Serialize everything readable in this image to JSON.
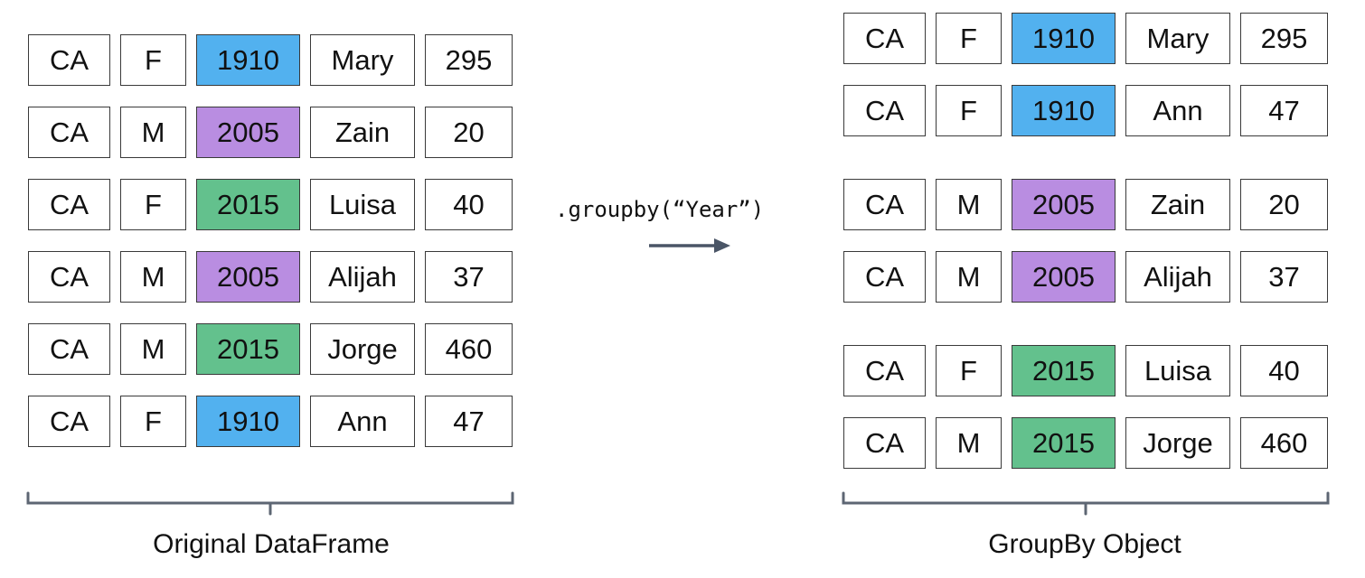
{
  "colors": {
    "year_1910": "#52b1ef",
    "year_2005": "#b98de1",
    "year_2015": "#63c18d",
    "border": "#3a3a3a",
    "arrow": "#4a5566",
    "bracket": "#4a5566"
  },
  "original": {
    "caption": "Original DataFrame",
    "rows": [
      {
        "state": "CA",
        "sex": "F",
        "year": "1910",
        "name": "Mary",
        "count": "295"
      },
      {
        "state": "CA",
        "sex": "M",
        "year": "2005",
        "name": "Zain",
        "count": "20"
      },
      {
        "state": "CA",
        "sex": "F",
        "year": "2015",
        "name": "Luisa",
        "count": "40"
      },
      {
        "state": "CA",
        "sex": "M",
        "year": "2005",
        "name": "Alijah",
        "count": "37"
      },
      {
        "state": "CA",
        "sex": "M",
        "year": "2015",
        "name": "Jorge",
        "count": "460"
      },
      {
        "state": "CA",
        "sex": "F",
        "year": "1910",
        "name": "Ann",
        "count": "47"
      }
    ]
  },
  "operation": {
    "label": ".groupby(“Year”)"
  },
  "grouped": {
    "caption": "GroupBy Object",
    "groups": [
      {
        "year": "1910",
        "rows": [
          {
            "state": "CA",
            "sex": "F",
            "year": "1910",
            "name": "Mary",
            "count": "295"
          },
          {
            "state": "CA",
            "sex": "F",
            "year": "1910",
            "name": "Ann",
            "count": "47"
          }
        ]
      },
      {
        "year": "2005",
        "rows": [
          {
            "state": "CA",
            "sex": "M",
            "year": "2005",
            "name": "Zain",
            "count": "20"
          },
          {
            "state": "CA",
            "sex": "M",
            "year": "2005",
            "name": "Alijah",
            "count": "37"
          }
        ]
      },
      {
        "year": "2015",
        "rows": [
          {
            "state": "CA",
            "sex": "F",
            "year": "2015",
            "name": "Luisa",
            "count": "40"
          },
          {
            "state": "CA",
            "sex": "M",
            "year": "2015",
            "name": "Jorge",
            "count": "460"
          }
        ]
      }
    ]
  }
}
